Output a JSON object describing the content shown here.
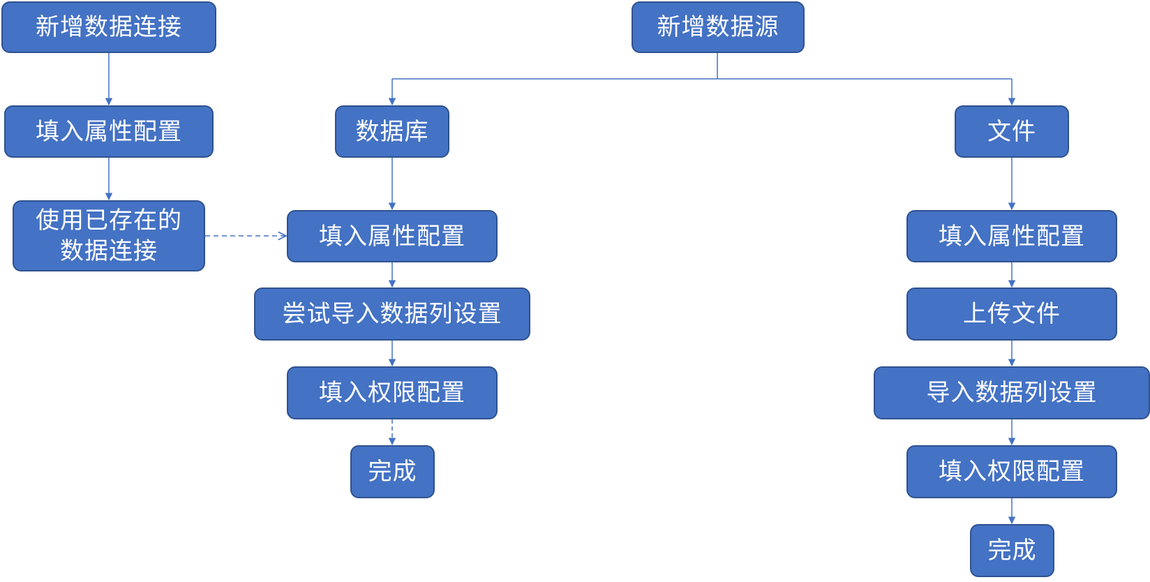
{
  "colors": {
    "box_fill": "#4472C4",
    "box_border": "#2F528F",
    "box_text": "#FFFFFF",
    "connector": "#4472C4"
  },
  "connection_flow": {
    "start": "新增数据连接",
    "fill_properties": "填入属性配置",
    "use_existing": "使用已存在的\n数据连接"
  },
  "datasource_flow": {
    "start": "新增数据源",
    "database_branch": {
      "label": "数据库",
      "fill_properties": "填入属性配置",
      "try_import_columns": "尝试导入数据列设置",
      "fill_permissions": "填入权限配置",
      "done": "完成"
    },
    "file_branch": {
      "label": "文件",
      "fill_properties": "填入属性配置",
      "upload_file": "上传文件",
      "import_columns": "导入数据列设置",
      "fill_permissions": "填入权限配置",
      "done": "完成"
    }
  }
}
